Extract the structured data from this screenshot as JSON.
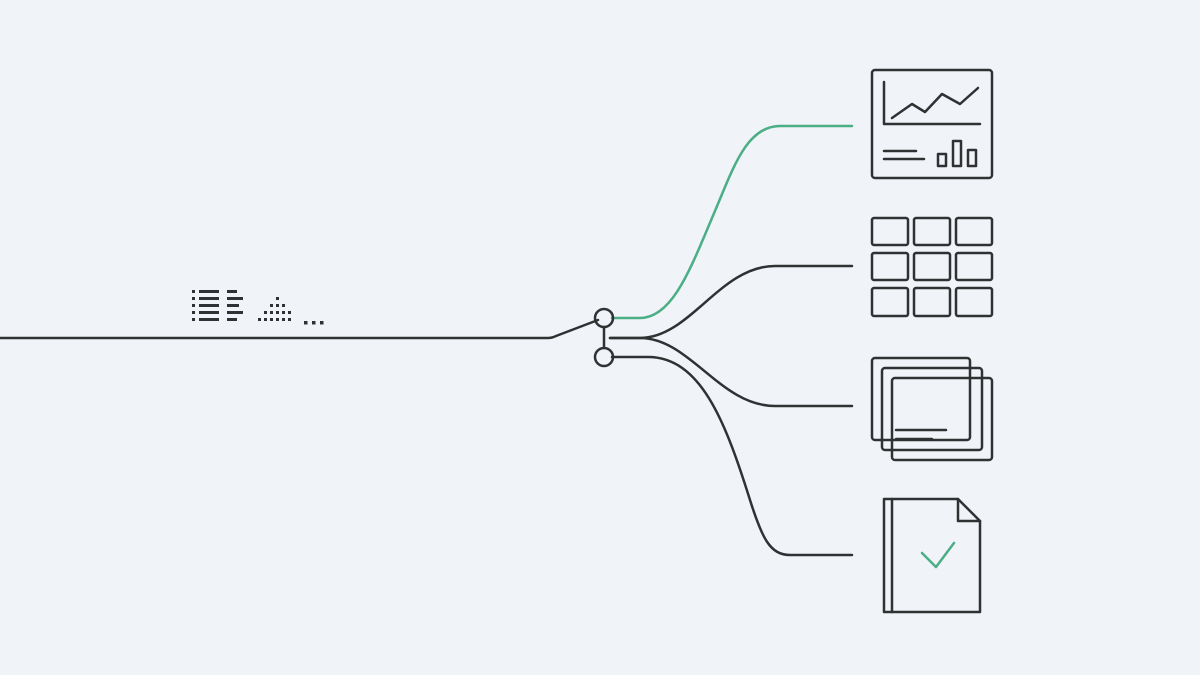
{
  "colors": {
    "background": "#f0f3f7",
    "stroke": "#2f3133",
    "accent": "#4bae85"
  },
  "source": {
    "icons": [
      "data-stream-bars-icon",
      "data-stream-dots-icon",
      "ellipsis-icon"
    ]
  },
  "router": {
    "icons": [
      "branch-node-icon"
    ]
  },
  "branches": [
    {
      "id": "dashboard",
      "icon": "dashboard-chart-icon",
      "highlighted": true
    },
    {
      "id": "grid",
      "icon": "grid-table-icon",
      "highlighted": false
    },
    {
      "id": "cards",
      "icon": "stacked-cards-icon",
      "highlighted": false
    },
    {
      "id": "document",
      "icon": "checked-document-icon",
      "highlighted": false
    }
  ]
}
